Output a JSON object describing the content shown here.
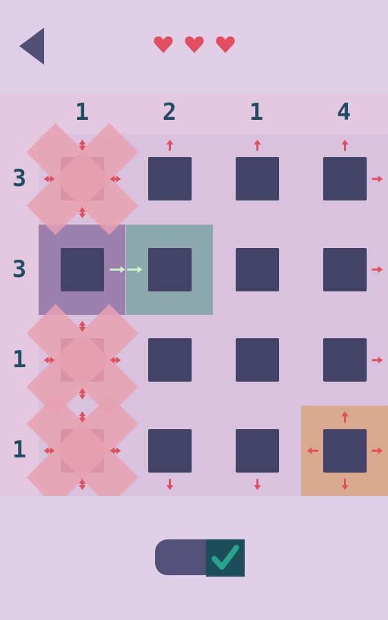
{
  "header": {
    "back_icon": "back-triangle-icon",
    "lives": 3,
    "heart_icon": "heart-icon",
    "heart_color": "#e04e5f"
  },
  "clues": {
    "columns": [
      "1",
      "2",
      "1",
      "4"
    ],
    "rows": [
      "3",
      "3",
      "1",
      "1"
    ]
  },
  "grid": {
    "rows": 4,
    "cols": 4,
    "red_cells": [
      [
        0,
        0
      ],
      [
        2,
        0
      ],
      [
        3,
        0
      ]
    ],
    "purple_cell": [
      1,
      0
    ],
    "teal_cell": [
      1,
      1
    ],
    "orange_cell": [
      3,
      3
    ],
    "arrow_color": "#e04e5f",
    "green_arrow_color": "#c8f7c8",
    "tile_color": "#434267",
    "red_tile_color": "#844b66"
  },
  "controls": {
    "toggle_state": "checked",
    "check_icon": "checkmark-icon",
    "check_color": "#26a58a"
  }
}
